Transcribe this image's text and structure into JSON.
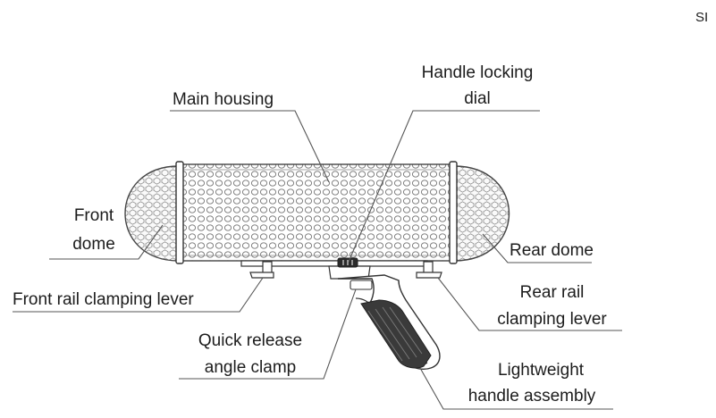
{
  "corner_text": "SI",
  "labels": {
    "main_housing": "Main housing",
    "handle_dial_1": "Handle locking",
    "handle_dial_2": "dial",
    "front_dome_1": "Front",
    "front_dome_2": "dome",
    "rear_dome": "Rear dome",
    "front_lever": "Front rail clamping lever",
    "rear_lever_1": "Rear rail",
    "rear_lever_2": "clamping lever",
    "quick_release_1": "Quick release",
    "quick_release_2": "angle clamp",
    "handle_assembly_1": "Lightweight",
    "handle_assembly_2": "handle assembly"
  },
  "colors": {
    "ink": "#1c1c1c",
    "leader": "#555555",
    "mesh": "#6a6a6a",
    "dome_fill": "#fafafa"
  }
}
